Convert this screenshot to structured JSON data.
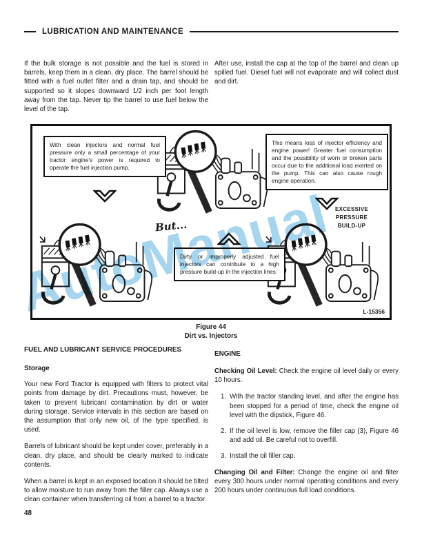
{
  "header": {
    "title": "LUBRICATION AND MAINTENANCE"
  },
  "intro": {
    "left_paragraph": "If the bulk storage is not possible and the fuel is stored in barrels, keep them in a clean, dry place. The barrel should be fitted with a fuel outlet filter and a drain tap, and should be supported so it slopes downward 1/2 inch per foot length away from the tap. Never tip the barrel to use fuel below the level of the tap.",
    "right_paragraph": "After use, install the cap at the top of the barrel and clean up spilled fuel. Diesel fuel will not evaporate and will collect dust and dirt."
  },
  "figure": {
    "callout_left": "With clean injectors and normal fuel pressure only a small percentage of your tractor engine's power is required to operate the fuel injection pump.",
    "callout_right": "This means loss of injector efficiency and engine power! Greater fuel consumption and the possibility of worn or broken parts occur due to the additional load exerted on the pump. This can also cause rough engine operation.",
    "callout_center": "Dirty or improperly adjusted fuel injectors can contribute to a high pressure build-up in the injection lines.",
    "but_text": "But...",
    "pressure_label": [
      "EXCESSIVE",
      "PRESSURE",
      "BUILD-UP"
    ],
    "ref_code": "L-15356",
    "caption_line1": "Figure 44",
    "caption_line2": "Dirt vs. Injectors",
    "watermark": "AutoManual",
    "watermark_color": "#8FC9E9"
  },
  "sections": {
    "left": {
      "heading": "FUEL AND LUBRICANT SERVICE PROCEDURES",
      "subheading": "Storage",
      "p1": "Your new Ford Tractor is equipped with filters to protect vital points from damage by dirt. Precautions must, however, be taken to prevent lubricant contamination by dirt or water during storage. Service intervals in this section are based on the assumption that only new oil, of the type specified, is used.",
      "p2": "Barrels of lubricant should be kept under cover, preferably in a clean, dry place, and should be clearly marked to indicate contents.",
      "p3": "When a barrel is kept in an exposed location it should be tilted to allow moisture to run away from the filler cap. Always use a clean container when transferring oil from a barrel to a tractor."
    },
    "right": {
      "heading": "ENGINE",
      "checking_lead": "Checking Oil Level:",
      "checking_text": " Check the engine oil level daily or every 10 hours.",
      "list": [
        {
          "num": "1.",
          "text": "With the tractor standing level, and after the engine has been stopped for a period of time, check the engine oil level with the dipstick, Figure 46."
        },
        {
          "num": "2.",
          "text": "If the oil level is low, remove the filler cap (3), Figure 46 and add oil. Be careful not to overfill."
        },
        {
          "num": "3.",
          "text": "Install the oil filler cap."
        }
      ],
      "changing_lead": "Changing Oil and Filter:",
      "changing_text": " Change the engine oil and filter every 300 hours under normal operating conditions and every 200 hours under continuous full load conditions."
    }
  },
  "page": {
    "number": "48"
  }
}
